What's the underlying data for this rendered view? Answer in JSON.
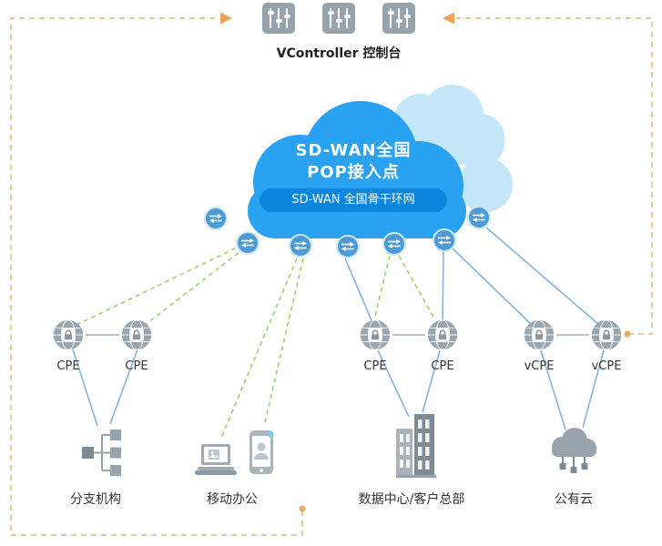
{
  "controller": {
    "label": "VController 控制台"
  },
  "cloud": {
    "line1": "SD-WAN全国",
    "line2": "POP接入点",
    "band": "SD-WAN 全国骨干环网"
  },
  "cpe_labels": [
    "CPE",
    "CPE",
    "CPE",
    "CPE",
    "vCPE",
    "vCPE"
  ],
  "sites": [
    {
      "label": "分支机构"
    },
    {
      "label": "移动办公"
    },
    {
      "label": "数据中心/客户总部"
    },
    {
      "label": "公有云"
    }
  ],
  "colors": {
    "pop_cloud": "#29a2f2",
    "light_cloud": "#c3e6f9",
    "backbone_band": "#0d86dd",
    "primary_link": "#85b3dc",
    "backup_link": "#9ed06e",
    "management_dash": "#e6c89c",
    "management_arrow": "#eda158",
    "device_gray": "#9aa6af"
  }
}
